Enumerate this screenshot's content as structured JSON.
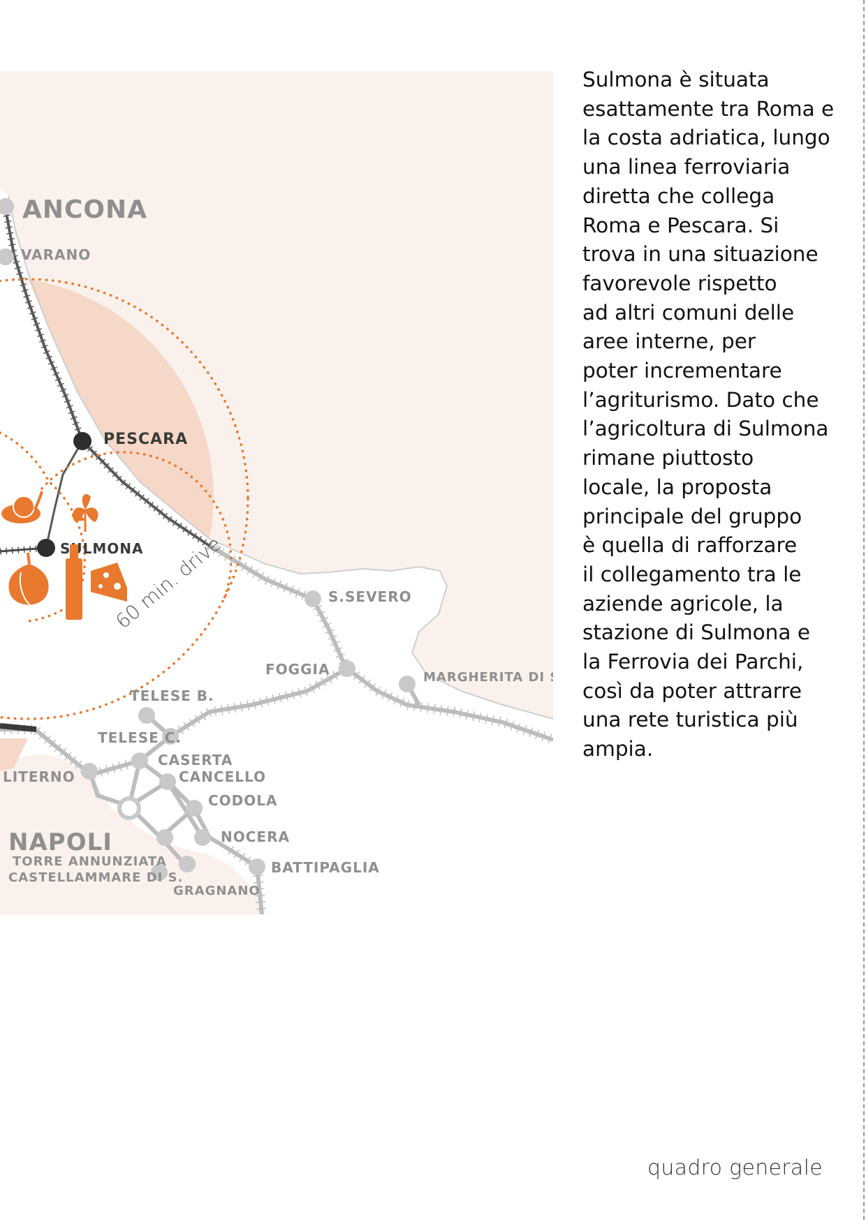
{
  "colors": {
    "background_tint": "#fbf1ec",
    "area_fill": "#f6d8c8",
    "accent_orange": "#e8792e",
    "rail_grey": "#b8b8b8",
    "rail_dark": "#4a4a4a",
    "label_grey": "#8f8f8f"
  },
  "map": {
    "cities": {
      "ancona": "ANCONA",
      "varano": "VARANO",
      "pescara": "PESCARA",
      "sulmona": "SULMONA",
      "s_severo": "S.SEVERO",
      "foggia": "FOGGIA",
      "margherita": "MARGHERITA DI S.",
      "telese_b": "TELESE B.",
      "telese_c": "TELESE C.",
      "caserta": "CASERTA",
      "cancello": "CANCELLO",
      "codola": "CODOLA",
      "liternio": "LITERNO",
      "napoli": "NAPOLI",
      "nocera": "NOCERA",
      "torre_annunziata": "TORRE ANNUNZIATA",
      "castellammare": "CASTELLAMMARE DI S.",
      "battipaglia": "BATTIPAGLIA",
      "gragnano": "GRAGNANO"
    },
    "drive_label": "60 min. drive",
    "icons": [
      "snail-icon",
      "herb-icon",
      "garlic-icon",
      "bottle-icon",
      "cheese-icon"
    ]
  },
  "body_text": {
    "lines": [
      "Sulmona è situata",
      "esattamente tra Roma e",
      "la costa adriatica, lungo",
      "una linea ferroviaria",
      "diretta che collega",
      "Roma e Pescara. Si",
      "trova in una situazione",
      "favorevole rispetto",
      "ad altri comuni delle",
      "aree interne, per",
      "poter incrementare",
      "l’agriturismo. Dato che",
      "l’agricoltura di Sulmona",
      "rimane piuttosto",
      "locale, la proposta",
      "principale del gruppo",
      "è quella di rafforzare",
      "il collegamento tra le",
      "aziende agricole, la",
      "stazione di Sulmona e",
      "la Ferrovia dei Parchi,",
      "così da poter attrarre",
      "una rete turistica più",
      "ampia."
    ]
  },
  "footer": {
    "section": "quadro generale"
  }
}
